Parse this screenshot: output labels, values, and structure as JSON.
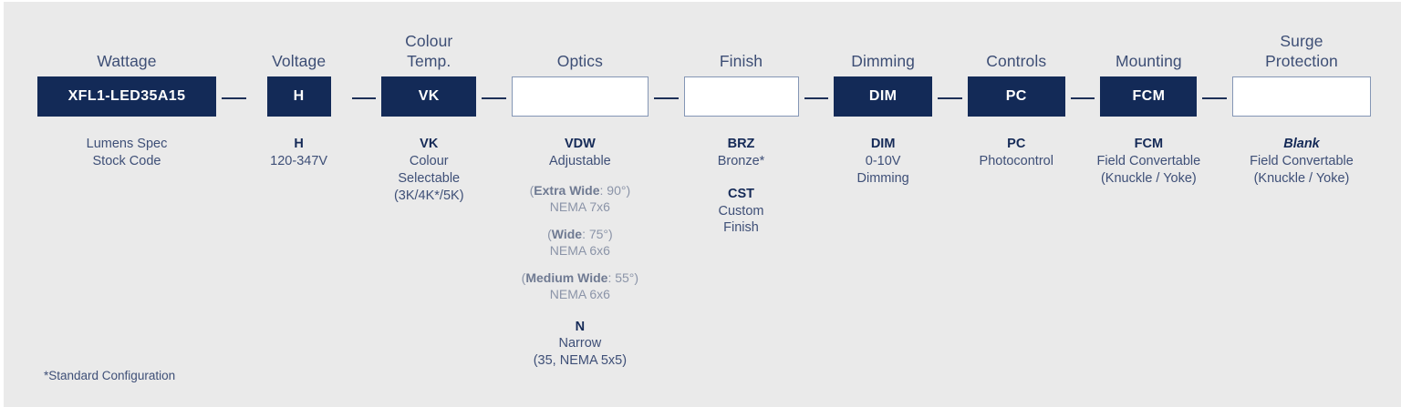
{
  "footnote": "*Standard Configuration",
  "colors": {
    "background": "#eaeaea",
    "chip_navy": "#132a57",
    "chip_empty_border": "#8496b5",
    "connector": "#1d3057",
    "header_text": "#3d4e75",
    "body_text": "#3e4f77",
    "muted_text": "#8b94a8"
  },
  "columns": [
    {
      "header": "Wattage",
      "chip": {
        "label": "XFL1-LED35A15",
        "filled": true,
        "width": 196
      },
      "options": [
        {
          "code": "",
          "desc": "Lumens Spec\nStock Code"
        }
      ]
    },
    {
      "header": "Voltage",
      "chip": {
        "label": "H",
        "filled": true,
        "width": 70
      },
      "options": [
        {
          "code": "H",
          "desc": "120-347V"
        }
      ]
    },
    {
      "header": "Colour\nTemp.",
      "chip": {
        "label": "VK",
        "filled": true,
        "width": 104
      },
      "options": [
        {
          "code": "VK",
          "desc": "Colour\nSelectable\n(3K/4K*/5K)"
        }
      ]
    },
    {
      "header": "Optics",
      "chip": {
        "label": "",
        "filled": false,
        "width": 150
      },
      "options": [
        {
          "code": "VDW",
          "desc": "Adjustable",
          "subs": [
            {
              "name": "Extra Wide",
              "angle": ": 90°)",
              "open": "(",
              "nema": "NEMA 7x6"
            },
            {
              "name": "Wide",
              "angle": ": 75°)",
              "open": "(",
              "nema": "NEMA 6x6"
            },
            {
              "name": "Medium Wide",
              "angle": ": 55°)",
              "open": "(",
              "nema": "NEMA 6x6"
            }
          ]
        },
        {
          "code": "N",
          "desc": "Narrow\n(35, NEMA 5x5)"
        }
      ]
    },
    {
      "header": "Finish",
      "chip": {
        "label": "",
        "filled": false,
        "width": 126
      },
      "options": [
        {
          "code": "BRZ",
          "desc": "Bronze*"
        },
        {
          "code": "CST",
          "desc": "Custom\nFinish"
        }
      ]
    },
    {
      "header": "Dimming",
      "chip": {
        "label": "DIM",
        "filled": true,
        "width": 108
      },
      "options": [
        {
          "code": "DIM",
          "desc": "0-10V\nDimming"
        }
      ]
    },
    {
      "header": "Controls",
      "chip": {
        "label": "PC",
        "filled": true,
        "width": 107
      },
      "options": [
        {
          "code": "PC",
          "desc": "Photocontrol"
        }
      ]
    },
    {
      "header": "Mounting",
      "chip": {
        "label": "FCM",
        "filled": true,
        "width": 106
      },
      "options": [
        {
          "code": "FCM",
          "desc": "Field Convertable\n(Knuckle / Yoke)"
        }
      ]
    },
    {
      "header": "Surge\nProtection",
      "chip": {
        "label": "",
        "filled": false,
        "width": 152
      },
      "options": [
        {
          "code": "Blank",
          "italic": true,
          "desc": "Field Convertable\n(Knuckle / Yoke)"
        }
      ]
    }
  ]
}
